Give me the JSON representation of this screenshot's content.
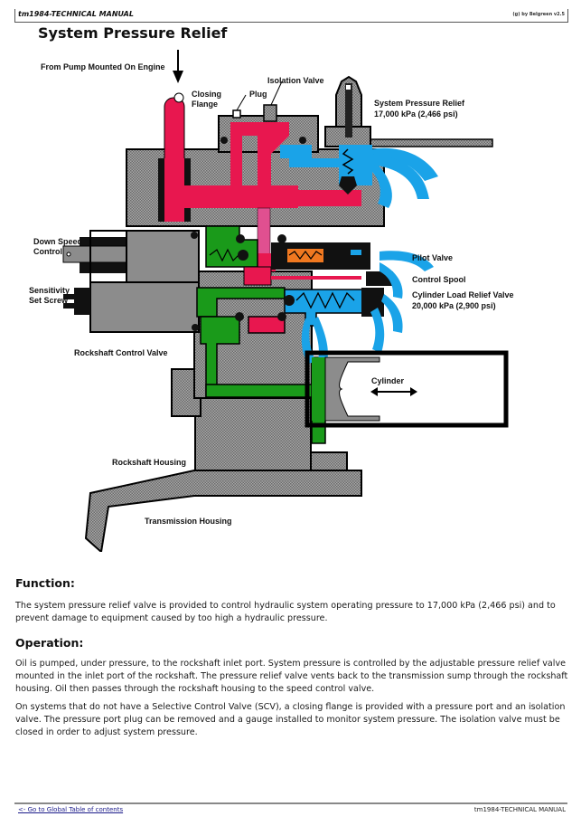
{
  "header": {
    "manual_title": "tm1984-TECHNICAL MANUAL",
    "credit": "(g) by Belgreen v2.5"
  },
  "page_title": "System Pressure Relief",
  "diagram": {
    "labels": {
      "from_pump": "From Pump Mounted On Engine",
      "closing_flange_1": "Closing",
      "closing_flange_2": "Flange",
      "plug": "Plug",
      "isolation_valve": "Isolation Valve",
      "system_relief_1": "System Pressure Relief",
      "system_relief_2": "17,000 kPa (2,466 psi)",
      "down_speed_1": "Down Speed",
      "down_speed_2": "Control",
      "sensitivity_1": "Sensitivity",
      "sensitivity_2": "Set Screw",
      "pilot_valve": "Pilot Valve",
      "control_spool": "Control Spool",
      "cyl_relief_1": "Cylinder Load Relief Valve",
      "cyl_relief_2": "20,000 kPa (2,900 psi)",
      "rockshaft_control_valve": "Rockshaft Control Valve",
      "cylinder": "Cylinder",
      "rockshaft_housing": "Rockshaft Housing",
      "transmission_housing": "Transmission Housing"
    },
    "colors": {
      "pressure_oil": "#e8174f",
      "return_oil": "#1aa3e8",
      "working_oil": "#1a9a1a",
      "pilot_oil": "#f07820",
      "housing": "#8c8c8c",
      "metal": "#9a9a9a"
    }
  },
  "sections": {
    "function": {
      "heading": "Function:",
      "paragraphs": [
        "The system pressure relief valve is provided to control hydraulic system operating pressure to 17,000 kPa (2,466 psi) and to prevent damage to equipment caused by too high a hydraulic pressure."
      ]
    },
    "operation": {
      "heading": "Operation:",
      "paragraphs": [
        "Oil is pumped, under pressure, to the rockshaft inlet port. System pressure is controlled by the adjustable pressure relief valve mounted in the inlet port of the rockshaft. The pressure relief valve vents back to the transmission sump through the rockshaft housing. Oil then passes through the rockshaft housing to the speed control valve.",
        "On systems that do not have a Selective Control Valve (SCV), a closing flange is provided with a pressure port and an isolation valve. The pressure port plug can be removed and a gauge installed to monitor system pressure. The isolation valve must be closed in order to adjust system pressure."
      ]
    }
  },
  "footer": {
    "toc_link": "<- Go to Global Table of contents",
    "manual_title": "tm1984-TECHNICAL MANUAL"
  }
}
